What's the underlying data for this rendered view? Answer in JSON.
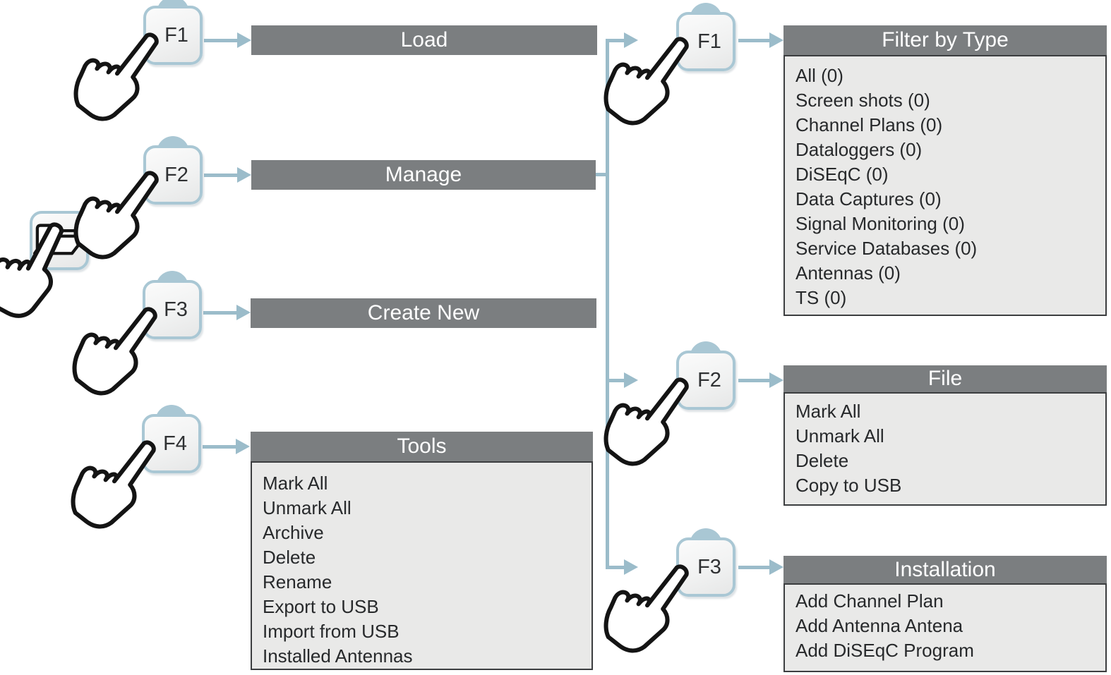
{
  "diagram_title": "File manager menu tree",
  "palette": {
    "accent_line": "#9bbcca",
    "key_blue": "#a9c7d4",
    "header_bg": "#7b7e80",
    "header_text": "#ffffff",
    "panel_bg": "#e9e9e8",
    "panel_border": "#3c3e40",
    "item_text": "#27292b",
    "hand_outline": "#141414"
  },
  "root": {
    "icon": "open-folder-icon"
  },
  "left": {
    "branches": [
      {
        "key": "F1",
        "menu": {
          "title": "Load",
          "items": []
        }
      },
      {
        "key": "F2",
        "menu": {
          "title": "Manage",
          "items": []
        }
      },
      {
        "key": "F3",
        "menu": {
          "title": "Create New",
          "items": []
        }
      },
      {
        "key": "F4",
        "menu": {
          "title": "Tools",
          "items": [
            "Mark All",
            "Unmark All",
            "Archive",
            "Delete",
            "Rename",
            "Export to USB",
            "Import from USB",
            "Installed Antennas"
          ]
        }
      }
    ]
  },
  "right": {
    "branches": [
      {
        "key": "F1",
        "menu": {
          "title": "Filter by Type",
          "items": [
            "All (0)",
            "Screen shots (0)",
            "Channel Plans (0)",
            "Dataloggers (0)",
            "DiSEqC (0)",
            "Data Captures (0)",
            "Signal Monitoring (0)",
            "Service Databases (0)",
            "Antennas (0)",
            "TS (0)"
          ]
        }
      },
      {
        "key": "F2",
        "menu": {
          "title": "File",
          "items": [
            "Mark All",
            "Unmark All",
            "Delete",
            "Copy to USB"
          ]
        }
      },
      {
        "key": "F3",
        "menu": {
          "title": "Installation",
          "items": [
            "Add Channel Plan",
            "Add Antenna Antena",
            "Add DiSEqC Program"
          ]
        }
      }
    ]
  }
}
